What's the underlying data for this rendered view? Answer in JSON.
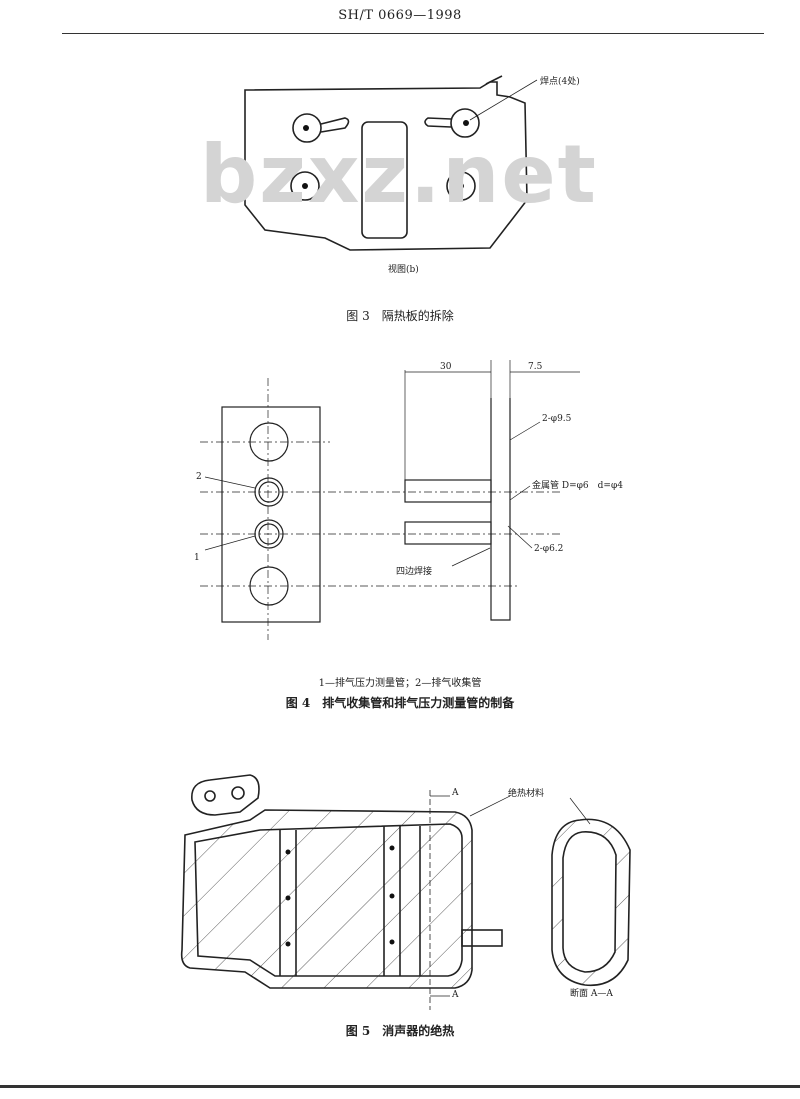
{
  "header": {
    "standard": "SH/T 0669—1998"
  },
  "watermark": "bzxz.net",
  "figure3": {
    "callout": "焊点(4处)",
    "view_label": "视图(b)",
    "caption": "图 3　隔热板的拆除"
  },
  "figure4": {
    "dim_30": "30",
    "dim_7_5": "7.5",
    "callout_hole_top": "2-φ9.5",
    "callout_metal_tube": "金属管 D=φ6　d=φ4",
    "callout_hole_bottom": "2-φ6.2",
    "callout_weld": "四边焊接",
    "label_2": "2",
    "label_1": "1",
    "legend": "1—排气压力测量管；2—排气收集管",
    "caption": "图 4　排气收集管和排气压力测量管的制备"
  },
  "figure5": {
    "callout_material": "绝热材料",
    "section_mark_top": "A",
    "section_mark_bottom": "A",
    "section_label": "断面 A—A",
    "caption": "图 5　消声器的绝热"
  }
}
